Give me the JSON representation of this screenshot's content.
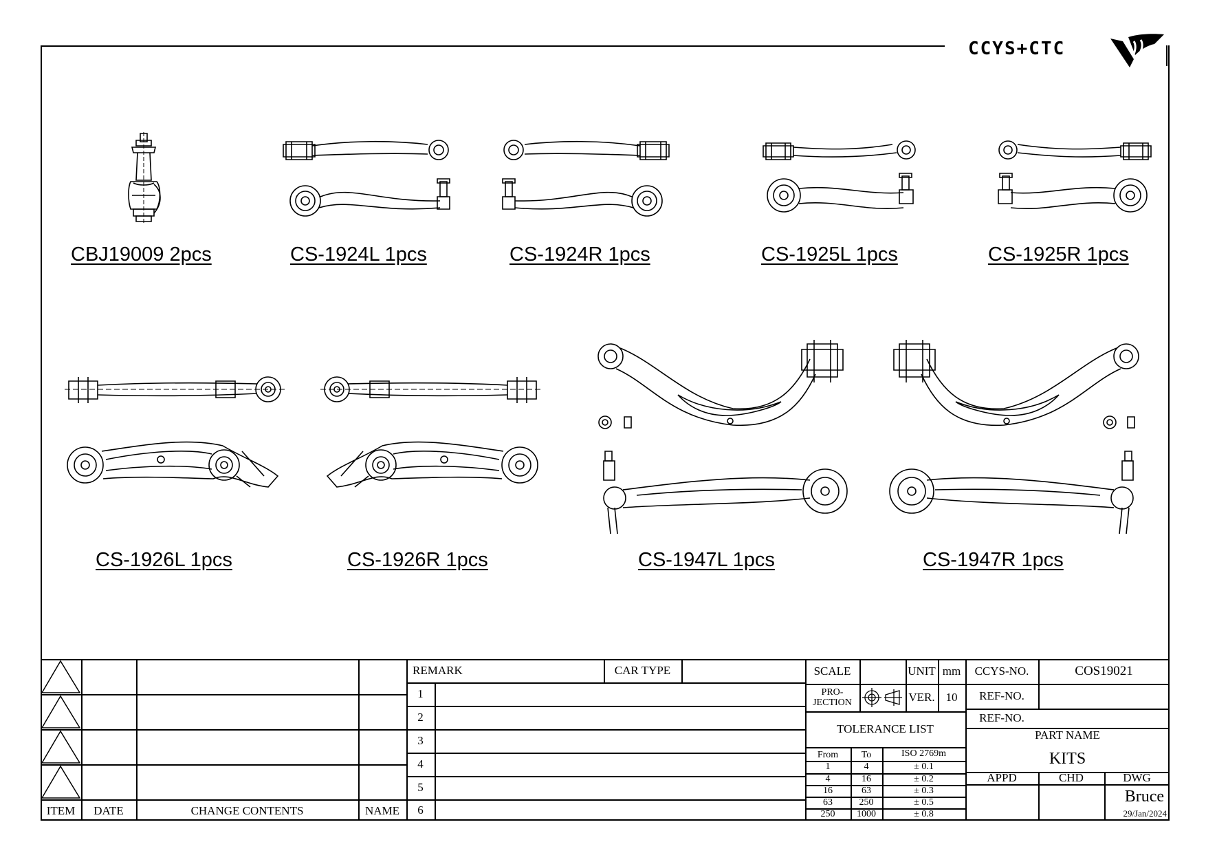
{
  "brand": {
    "logo_text": "CCYS+CTC"
  },
  "parts": [
    {
      "label": "CBJ19009 2pcs",
      "icon": "ball-joint-icon"
    },
    {
      "label": "CS-1924L 1pcs",
      "icon": "control-arm-icon"
    },
    {
      "label": "CS-1924R 1pcs",
      "icon": "control-arm-icon"
    },
    {
      "label": "CS-1925L 1pcs",
      "icon": "control-arm-icon"
    },
    {
      "label": "CS-1925R 1pcs",
      "icon": "control-arm-icon"
    },
    {
      "label": "CS-1926L 1pcs",
      "icon": "control-arm-icon"
    },
    {
      "label": "CS-1926R 1pcs",
      "icon": "control-arm-icon"
    },
    {
      "label": "CS-1947L 1pcs",
      "icon": "upper-arm-icon"
    },
    {
      "label": "CS-1947R 1pcs",
      "icon": "upper-arm-icon"
    }
  ],
  "revision_table": {
    "headers": {
      "item": "ITEM",
      "date": "DATE",
      "change": "CHANGE CONTENTS",
      "name": "NAME"
    }
  },
  "remark": {
    "remark_label": "REMARK",
    "car_type_label": "CAR TYPE",
    "rows": [
      "1",
      "2",
      "3",
      "4",
      "5",
      "6"
    ]
  },
  "specs": {
    "scale_label": "SCALE",
    "unit_label": "UNIT",
    "unit_value": "mm",
    "projection_label_1": "PRO-",
    "projection_label_2": "JECTION",
    "ver_label": "VER.",
    "ver_value": "10",
    "tolerance_title": "TOLERANCE LIST",
    "tolerance_headers": [
      "From",
      "To",
      "ISO 2769m"
    ],
    "tolerance_rows": [
      [
        "1",
        "4",
        "± 0.1"
      ],
      [
        "4",
        "16",
        "± 0.2"
      ],
      [
        "16",
        "63",
        "± 0.3"
      ],
      [
        "63",
        "250",
        "± 0.5"
      ],
      [
        "250",
        "1000",
        "± 0.8"
      ]
    ]
  },
  "identity": {
    "ccys_no_label": "CCYS-NO.",
    "ccys_no_value": "COS19021",
    "ref_no_label_1": "REF-NO.",
    "ref_no_label_2": "REF-NO.",
    "part_name_label": "PART NAME",
    "part_name_value": "KITS",
    "appd_label": "APPD",
    "chd_label": "CHD",
    "dwg_label": "DWG",
    "dwg_name": "Bruce",
    "dwg_date": "29/Jan/2024"
  }
}
